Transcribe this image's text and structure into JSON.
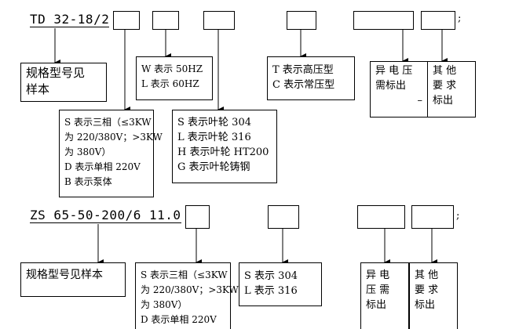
{
  "row1": {
    "model": "TD 32-18/2",
    "semicolon": ";",
    "series_box": [
      "规格型号见",
      "样本"
    ],
    "freq_box": [
      "W 表示 50HZ",
      "L 表示 60HZ"
    ],
    "phase_box": [
      "S 表示三相（≤3KW",
      "为 220/380V；>3KW",
      "为 380V）",
      "D 表示单相 220V",
      "B 表示泵体"
    ],
    "impeller_box": [
      "S 表示叶轮 304",
      "L 表示叶轮 316",
      "H 表示叶轮 HT200",
      "G 表示叶轮铸钢"
    ],
    "pressure_box": [
      "T 表示高压型",
      "C 表示常压型"
    ],
    "voltage_box": [
      "异 电 压",
      "需标出",
      "–"
    ],
    "other_box": [
      "其  他",
      "要  求",
      "标出"
    ]
  },
  "row2": {
    "model": "ZS 65-50-200/6 11.0",
    "semicolon": ";",
    "series_box": [
      "规格型号见样本"
    ],
    "phase_box": [
      "S 表示三相（≤3KW",
      "为 220/380V；>3KW",
      "为 380V）",
      "D 表示单相 220V"
    ],
    "material_box": [
      "S 表示 304",
      "L 表示 316"
    ],
    "voltage_box": [
      "异  电",
      "压  需",
      "标出"
    ],
    "other_box": [
      "其  他",
      "要  求",
      "标出"
    ]
  }
}
